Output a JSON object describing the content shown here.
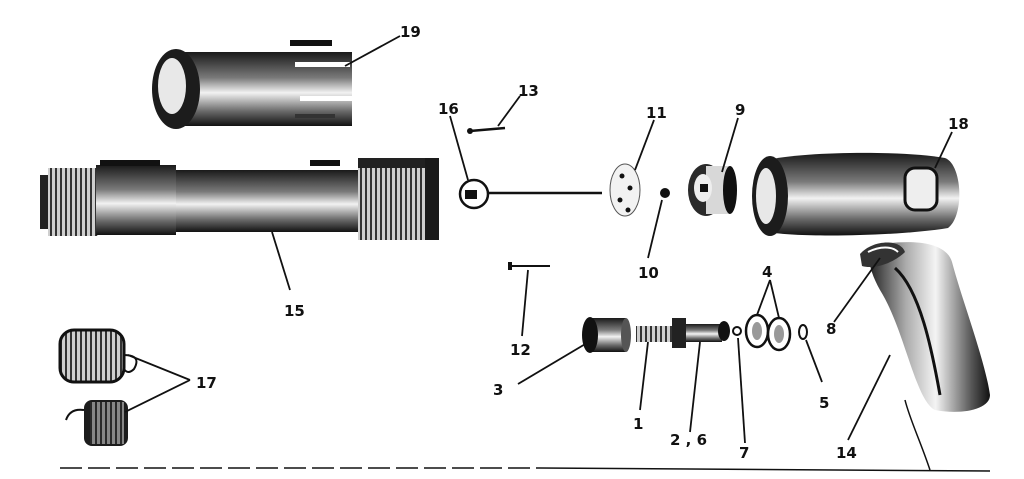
{
  "colors": {
    "ink": "#111111",
    "paper": "#ffffff",
    "shade": "#8a8a8a",
    "highlight": "#d9d9d9"
  },
  "callouts": {
    "c1": "1",
    "c2_6": "2 , 6",
    "c3": "3",
    "c4": "4",
    "c5": "5",
    "c7": "7",
    "c8": "8",
    "c9": "9",
    "c10": "10",
    "c11": "11",
    "c12": "12",
    "c13": "13",
    "c14": "14",
    "c15": "15",
    "c16": "16",
    "c17": "17",
    "c18": "18",
    "c19": "19"
  }
}
